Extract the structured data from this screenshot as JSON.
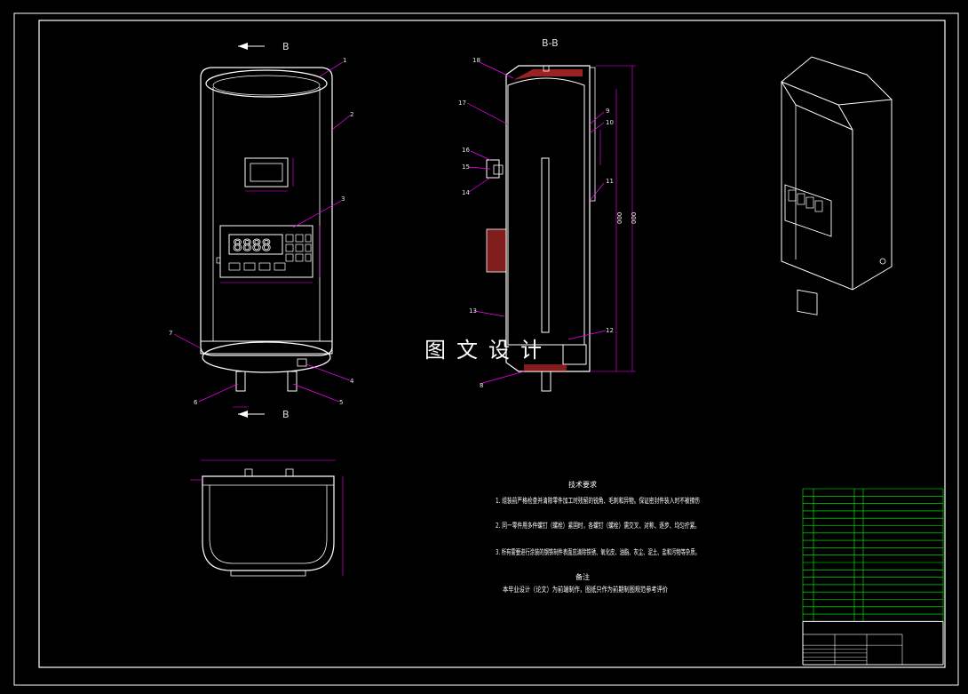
{
  "drawing": {
    "section_marks": {
      "top": "B",
      "bottom": "B",
      "section_view": "B-B"
    },
    "watermark": "图文设计",
    "callouts_front": [
      "1",
      "2",
      "3",
      "4",
      "5",
      "6",
      "7"
    ],
    "callouts_section": [
      "18",
      "17",
      "16",
      "15",
      "14",
      "13",
      "12",
      "11",
      "10",
      "9",
      "8"
    ],
    "display_digits": "8888",
    "tech_requirements": {
      "title": "技术要求",
      "items": [
        "1. 组装前严格检查并清除零件加工时残留的锐角、毛刺和异物。保证密封件装入时不被擦伤",
        "2. 同一零件用多件螺钉（螺栓）紧固时，各螺钉（螺栓）需交叉、对称、逐步、均匀拧紧。",
        "3. 所有需要进行涂装的钢铁制件表面应清除铁锈、氧化皮、油脂、灰尘、泥土、盐和污物等杂质。"
      ]
    },
    "remark": {
      "title": "备注",
      "text": "本毕业设计（论文）为前端制作，图纸只作为前期制图规范参考评价"
    },
    "colors": {
      "background": "#000000",
      "outline": "#ffffff",
      "dimension": "#ff00ff",
      "table_grid": "#00ff00",
      "hatch": "#ff3b3b"
    }
  }
}
